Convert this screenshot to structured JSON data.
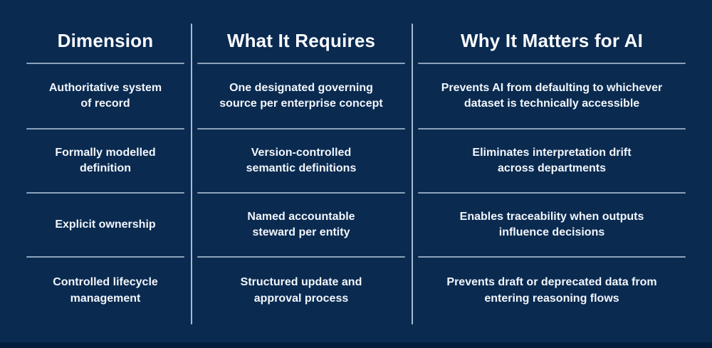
{
  "chart_data": {
    "type": "table",
    "columns": [
      "Dimension",
      "What It Requires",
      "Why It Matters for AI"
    ],
    "rows": [
      [
        "Authoritative system\nof record",
        "One designated governing\nsource per enterprise concept",
        "Prevents AI from defaulting to whichever\ndataset is technically accessible"
      ],
      [
        "Formally modelled\ndefinition",
        "Version-controlled\nsemantic definitions",
        "Eliminates interpretation drift\nacross departments"
      ],
      [
        "Explicit ownership",
        "Named accountable\nsteward per entity",
        "Enables traceability when outputs\ninfluence decisions"
      ],
      [
        "Controlled lifecycle\nmanagement",
        "Structured update and\napproval process",
        "Prevents draft or deprecated data from\nentering reasoning flows"
      ]
    ],
    "layout": {
      "legend": "none",
      "grid": "column-and-row dividers",
      "column_alignment": "center"
    },
    "colors": {
      "background": "#0a2a50",
      "bottom_strip": "#021e3c",
      "divider": "#bacbe0",
      "header_text": "#fafcff",
      "body_text": "#f2f6fb"
    }
  }
}
